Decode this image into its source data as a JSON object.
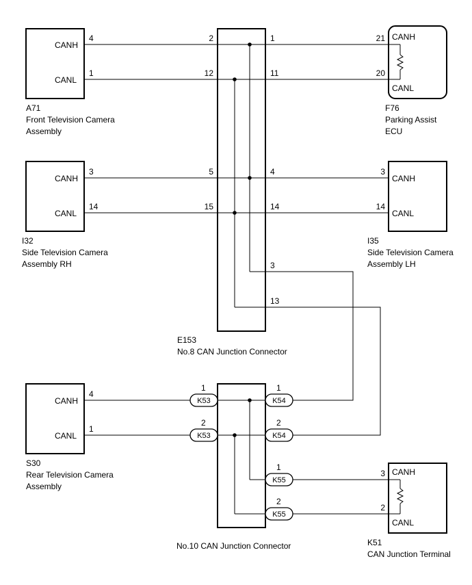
{
  "components": {
    "a71": {
      "id": "A71",
      "line1": "Front Television Camera",
      "line2": "Assembly",
      "canh": "CANH",
      "canl": "CANL",
      "pin_h": "4",
      "pin_l": "1"
    },
    "f76": {
      "id": "F76",
      "line1": "Parking Assist",
      "line2": "ECU",
      "canh": "CANH",
      "canl": "CANL",
      "pin_h": "21",
      "pin_l": "20"
    },
    "i32": {
      "id": "I32",
      "line1": "Side Television Camera",
      "line2": "Assembly RH",
      "canh": "CANH",
      "canl": "CANL",
      "pin_h": "3",
      "pin_l": "14"
    },
    "i35": {
      "id": "I35",
      "line1": "Side Television Camera",
      "line2": "Assembly LH",
      "canh": "CANH",
      "canl": "CANL",
      "pin_h": "3",
      "pin_l": "14"
    },
    "s30": {
      "id": "S30",
      "line1": "Rear Television Camera",
      "line2": "Assembly",
      "canh": "CANH",
      "canl": "CANL",
      "pin_h": "4",
      "pin_l": "1"
    },
    "k51": {
      "id": "K51",
      "line1": "CAN Junction Terminal",
      "canh": "CANH",
      "canl": "CANL",
      "pin_h": "3",
      "pin_l": "2"
    }
  },
  "e153": {
    "id": "E153",
    "name": "No.8 CAN Junction Connector",
    "pins": {
      "l1": "2",
      "l2": "12",
      "r1": "1",
      "r2": "11",
      "l3": "5",
      "l4": "15",
      "r3": "4",
      "r4": "14",
      "r5": "3",
      "r6": "13"
    }
  },
  "no10": {
    "name": "No.10 CAN Junction Connector",
    "connectors": {
      "k53": "K53",
      "k54": "K54",
      "k55": "K55",
      "k53_h_pin": "1",
      "k53_l_pin": "2",
      "k54_h_pin": "1",
      "k54_l_pin": "2",
      "k55_h_pin": "1",
      "k55_l_pin": "2"
    }
  }
}
